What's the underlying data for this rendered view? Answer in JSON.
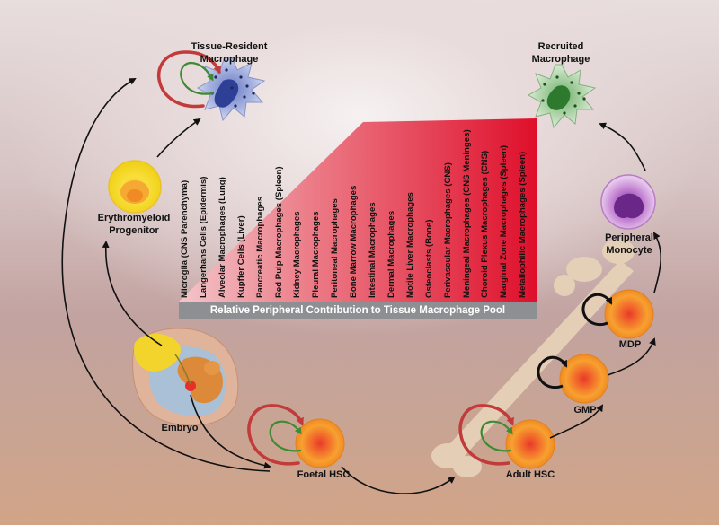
{
  "labels": {
    "tissue_resident_line1": "Tissue-Resident",
    "tissue_resident_line2": "Macrophage",
    "recruited_line1": "Recruited",
    "recruited_line2": "Macrophage",
    "erythromyeloid_line1": "Erythromyeloid",
    "erythromyeloid_line2": "Progenitor",
    "peripheral_line1": "Peripheral",
    "peripheral_line2": "Monocyte",
    "mdp": "MDP",
    "gmp": "GMP",
    "embryo": "Embryo",
    "foetal_hsc": "Foetal  HSC",
    "adult_hsc": "Adult HSC"
  },
  "bar_label": "Relative Peripheral Contribution to Tissue Macrophage Pool",
  "tissues": [
    "Microglia (CNS Parenchyma)",
    "Langerhans Cells (Epidermis)",
    "Alveolar Macrophages (Lung)",
    "Kupffer Cells (Liver)",
    "Pancreatic Macrophages",
    "Red Pulp Macrophages (Spleen)",
    "Kidney Macrophages",
    "Pleural Macrophages",
    "Peritoneal Macrophages",
    "Bone Marrow Macrophages",
    "Intestinal Macrophages",
    "Dermal Macrophages",
    "Motile Liver Macrophages",
    "Osteoclasts (Bone)",
    "Perivascular Macrophages (CNS)",
    "Meningeal Macrophages (CNS Meninges)",
    "Choroid Plexus Macrophages (CNS)",
    "Marginal Zone Macrophages (Spleen)",
    "Metallophilic Macrophages (Spleen)"
  ],
  "colors": {
    "wedge_light": "#f2c2c6",
    "wedge_dark": "#e0102a",
    "hsc_orange": "#f39a2c",
    "loop_red": "#c23a3a",
    "loop_green": "#3f8a33",
    "resident_blue": "#3d4fa3",
    "recruited_green": "#3d8a3d",
    "monocyte_purple": "#8b3fa0",
    "emp_yellow": "#f2d21c"
  }
}
